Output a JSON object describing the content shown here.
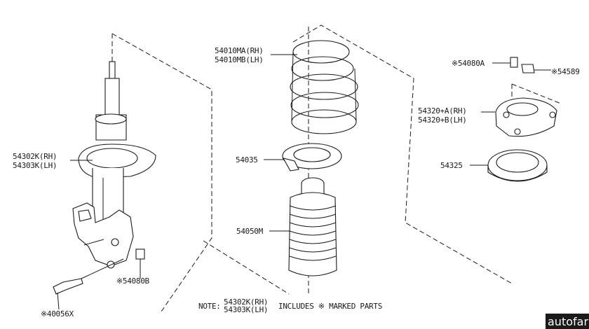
{
  "labels": {
    "strut_rh": "54302K(RH)",
    "strut_lh": "54303K(LH)",
    "spring_rh": "54010MA(RH)",
    "spring_lh": "54010MB(LH)",
    "seat": "54035",
    "boot": "54050M",
    "nut_a": "※54080A",
    "nut_b": "※54589",
    "mount_rh": "54320+A(RH)",
    "mount_lh": "54320+B(LH)",
    "bearing": "54325",
    "bolt_nut": "※54080B",
    "bolt": "※40056X"
  },
  "note": {
    "prefix": "NOTE:",
    "part_rh": "54302K(RH)",
    "part_lh": "54303K(LH)",
    "suffix": "INCLUDES ※ MARKED PARTS"
  },
  "watermark": "autofar"
}
